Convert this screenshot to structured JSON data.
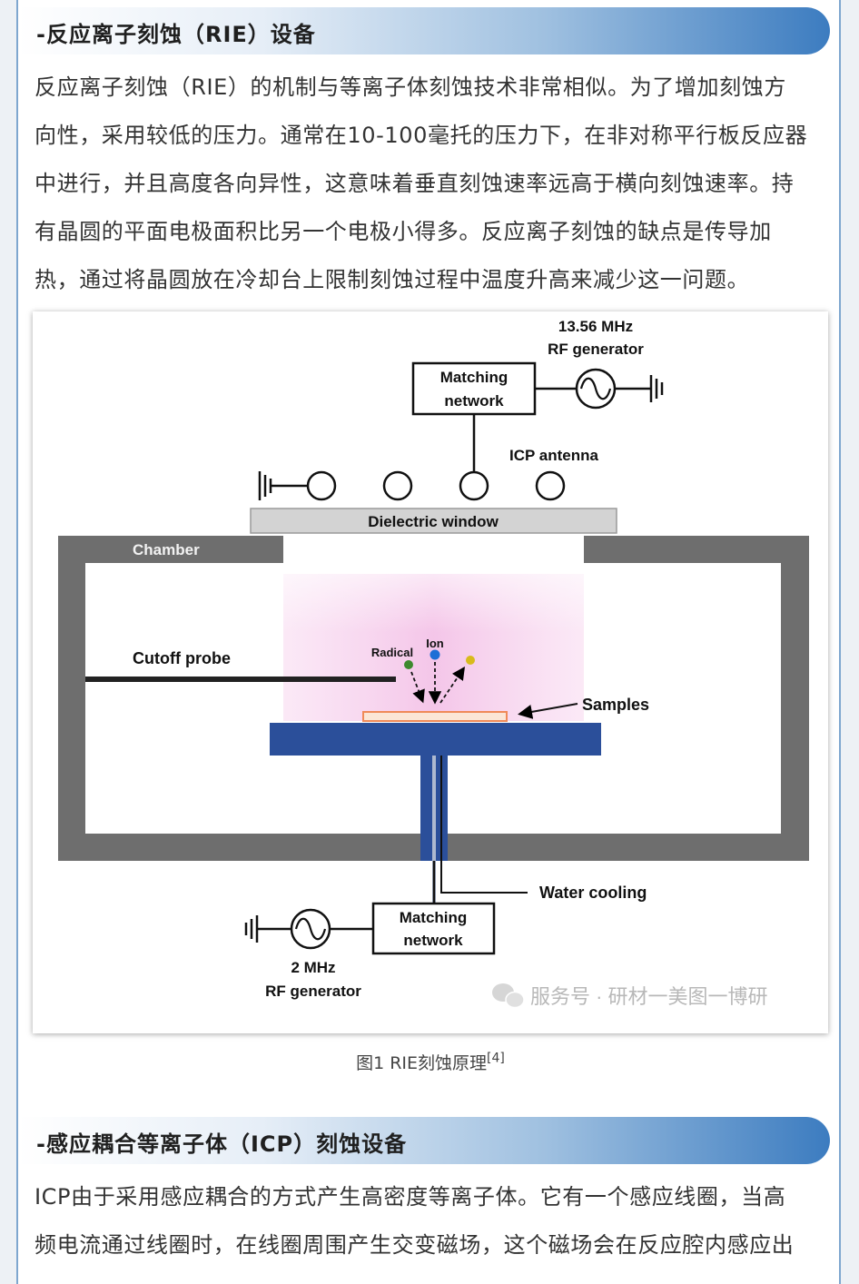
{
  "section1": {
    "title": "-反应离子刻蚀（RIE）设备",
    "paragraph_lines": [
      "反应离子刻蚀（RIE）的机制与等离子体刻蚀技术非常相似。为了增加刻蚀方",
      "向性，采用较低的压力。通常在10-100毫托的压力下，在非对称平行板反应器",
      "中进行，并且高度各向异性，这意味着垂直刻蚀速率远高于横向刻蚀速率。持",
      "有晶圆的平面电极面积比另一个电极小得多。反应离子刻蚀的缺点是传导加",
      "热，通过将晶圆放在冷却台上限制刻蚀过程中温度升高来减少这一问题。"
    ]
  },
  "figure1": {
    "rf_top_freq": "13.56 MHz",
    "rf_top_label": "RF generator",
    "matching_top_line1": "Matching",
    "matching_top_line2": "network",
    "icp_antenna": "ICP antenna",
    "dielectric_window": "Dielectric window",
    "chamber": "Chamber",
    "cutoff_probe": "Cutoff probe",
    "radical": "Radical",
    "ion": "Ion",
    "samples": "Samples",
    "water_cooling": "Water cooling",
    "matching_bottom_line1": "Matching",
    "matching_bottom_line2": "network",
    "rf_bottom_freq": "2 MHz",
    "rf_bottom_label": "RF generator",
    "watermark": "服务号 · 研材一美图一博研",
    "colors": {
      "chamber_wall": "#6e6e6e",
      "electrode": "#2b4f9a",
      "plasma": "#f0b5e2",
      "sample": "#f4a57a"
    }
  },
  "caption": {
    "text": "图1   RIE刻蚀原理",
    "ref": "[4]"
  },
  "section2": {
    "title": "-感应耦合等离子体（ICP）刻蚀设备",
    "paragraph_lines": [
      "ICP由于采用感应耦合的方式产生高密度等离子体。它有一个感应线圈，当高",
      "频电流通过线圈时，在线圈周围产生交变磁场，这个磁场会在反应腔内感应出"
    ]
  }
}
